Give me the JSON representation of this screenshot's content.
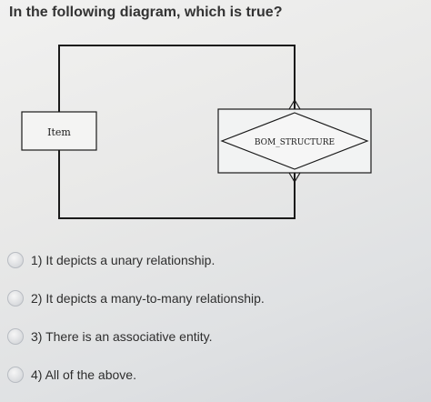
{
  "question": {
    "text": "In the following diagram, which is true?"
  },
  "diagram": {
    "entity_label": "Item",
    "relationship_label": "BOM_STRUCTURE"
  },
  "options": [
    {
      "label": "1) It depicts a unary relationship."
    },
    {
      "label": "2) It depicts a many-to-many relationship."
    },
    {
      "label": "3) There is an associative entity."
    },
    {
      "label": "4) All of the above."
    }
  ],
  "colors": {
    "line": "#1a1a1a",
    "text": "#2e2e2e"
  }
}
